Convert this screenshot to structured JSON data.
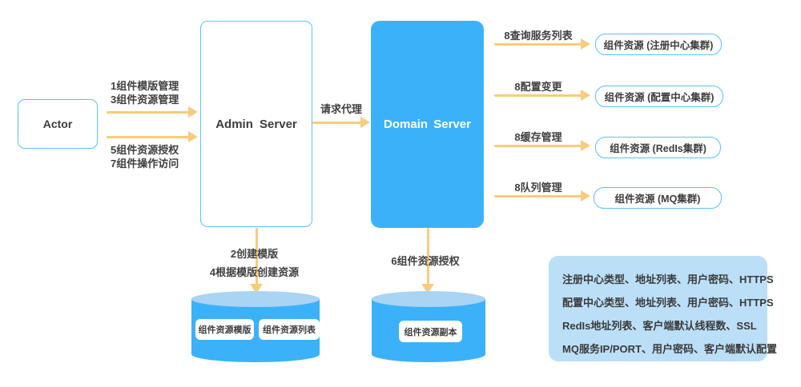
{
  "diagram": {
    "nodes": {
      "actor": "Actor",
      "admin_server": "Admin Server",
      "domain_server": "Domain Server"
    },
    "flows": {
      "actor_admin_top": [
        "1组件模版管理",
        "3组件资源管理"
      ],
      "actor_admin_bottom": [
        "5组件资源授权",
        "7组件操作访问"
      ],
      "admin_domain": "请求代理",
      "domain_registry": "8查询服务列表",
      "domain_config": "8配置变更",
      "domain_cache": "8缓存管理",
      "domain_queue": "8队列管理",
      "admin_store": [
        "2创建模版",
        "4根据模版创建资源"
      ],
      "domain_store": "6组件资源授权"
    },
    "clusters": [
      "组件资源 (注册中心集群)",
      "组件资源 (配置中心集群)",
      "组件资源 (RedIs集群)",
      "组件资源 (MQ集群)"
    ],
    "admin_db": [
      "组件资源模版",
      "组件资源列表"
    ],
    "domain_db": [
      "组件资源副本"
    ],
    "notes": [
      "注册中心类型、地址列表、用户密码、HTTPS",
      "配置中心类型、地址列表、用户密码、HTTPS",
      "RedIs地址列表、客户端默认线程数、SSL",
      "MQ服务IP/PORT、用户密码、客户端默认配置"
    ],
    "colors": {
      "primary_blue": "#3BB1FA",
      "light_blue_border": "#5BC0F8",
      "cylinder_top": "#A9D4F3",
      "note_background": "#BBDFF7",
      "arrow_amber": "#F8CC7C",
      "text_dark": "#3C3C3C"
    }
  }
}
